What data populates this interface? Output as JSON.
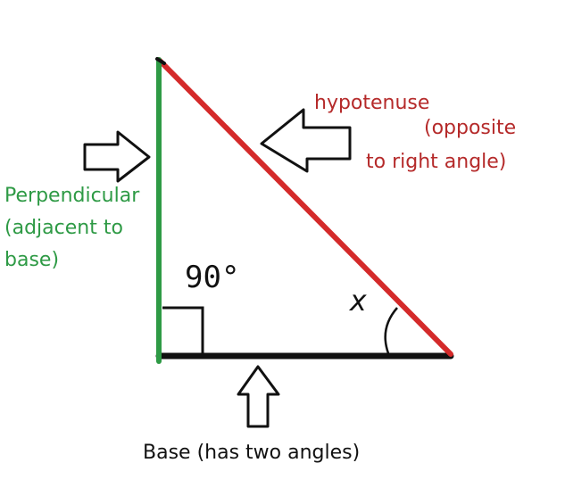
{
  "labels": {
    "hypotenuse_title": "hypotenuse",
    "hypotenuse_note_line1": "(opposite",
    "hypotenuse_note_line2": "to right angle)",
    "perpendicular_line1": "Perpendicular",
    "perpendicular_line2": "(adjacent to",
    "perpendicular_line3": "base)",
    "base": "Base (has two angles)",
    "right_angle": "90°",
    "angle_x": "x"
  },
  "colors": {
    "hypotenuse": "#d42a2a",
    "perpendicular": "#2e9a45",
    "base": "#111111",
    "hypotenuse_text": "#b52a2a",
    "perpendicular_text": "#2e9a45",
    "base_text": "#111111"
  }
}
